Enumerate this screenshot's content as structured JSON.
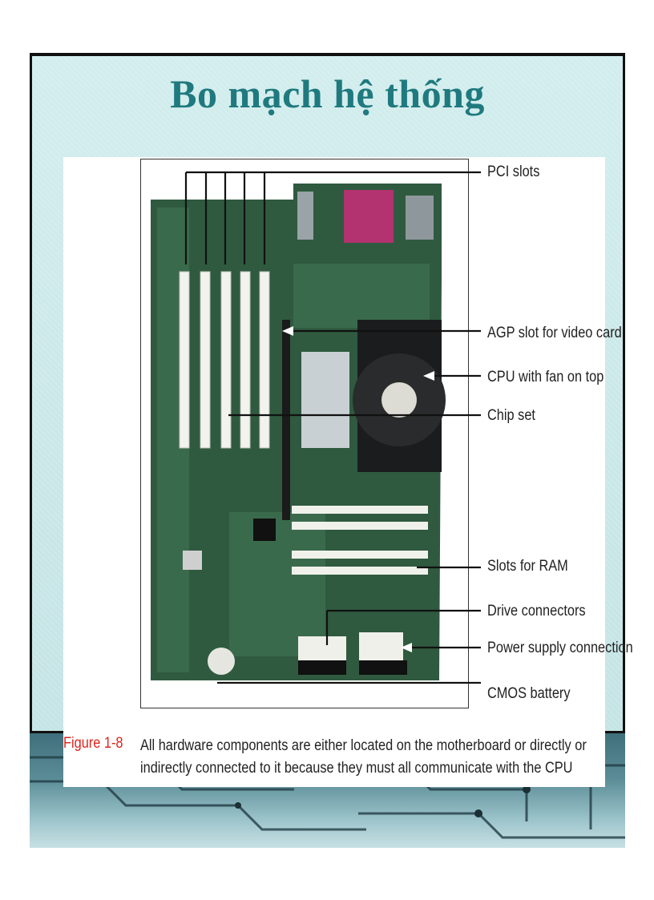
{
  "slide": {
    "title": "Bo mạch hệ thống"
  },
  "figure": {
    "labels": {
      "pci": "PCI slots",
      "agp": "AGP slot for video card",
      "cpu": "CPU with fan on top",
      "chipset": "Chip set",
      "ram": "Slots for RAM",
      "drive": "Drive connectors",
      "power": "Power supply connection",
      "cmos": "CMOS battery"
    },
    "caption_tag": "Figure 1-8",
    "caption": "All hardware components are either located on the motherboard or directly or indirectly connected to it because they must all communicate with the CPU"
  },
  "colors": {
    "title": "#1f7a7f",
    "background": "#cfeaea",
    "caption_tag": "#e0231d",
    "board": "#2f5a3f"
  }
}
